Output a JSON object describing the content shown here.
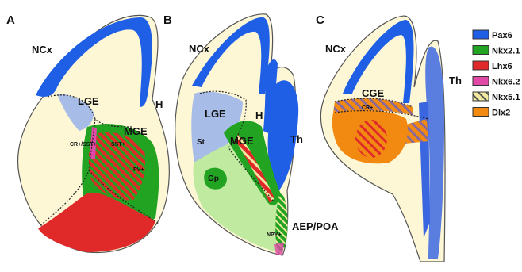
{
  "colors": {
    "background": "#fdf7d6",
    "pax6": "#1f5fe6",
    "pax6_light": "#a8bce8",
    "nkx21": "#22a322",
    "nkx21_light": "#bfeaa0",
    "lhx6": "#e02a2a",
    "nkx62": "#e04aa6",
    "nkx51": "#f2e8a0",
    "dlx2": "#f28a12",
    "outline": "#555555"
  },
  "panels": {
    "A": {
      "letter": "A",
      "labels": {
        "ncx": "NCx",
        "h": "H",
        "lge": "LGE",
        "mge": "MGE",
        "cr_sst": "CR+/SST+",
        "sst": "SST+",
        "pv": "PV+"
      }
    },
    "B": {
      "letter": "B",
      "labels": {
        "ncx": "NCx",
        "h": "H",
        "lge": "LGE",
        "th": "Th",
        "st": "St",
        "mge": "MGE",
        "gp": "Gp",
        "npy": "NPY+",
        "aep_poa": "AEP/POA"
      }
    },
    "C": {
      "letter": "C",
      "labels": {
        "ncx": "NCx",
        "cge": "CGE",
        "cr": "CR+",
        "th": "Th"
      }
    }
  },
  "legend": [
    {
      "label": "Pax6",
      "color": "#1f5fe6",
      "pattern": "solid",
      "swatch_icon": "pax6-swatch-icon"
    },
    {
      "label": "Nkx2.1",
      "color": "#22a322",
      "pattern": "solid",
      "swatch_icon": "nkx21-swatch-icon"
    },
    {
      "label": "Lhx6",
      "color": "#e02a2a",
      "pattern": "solid",
      "swatch_icon": "lhx6-swatch-icon"
    },
    {
      "label": "Nkx6.2",
      "color": "#e04aa6",
      "pattern": "solid",
      "swatch_icon": "nkx62-swatch-icon"
    },
    {
      "label": "Nkx5.1",
      "color": "#f2e8a0",
      "pattern": "hatched",
      "swatch_icon": "nkx51-swatch-icon"
    },
    {
      "label": "Dlx2",
      "color": "#f28a12",
      "pattern": "solid",
      "swatch_icon": "dlx2-swatch-icon"
    }
  ]
}
